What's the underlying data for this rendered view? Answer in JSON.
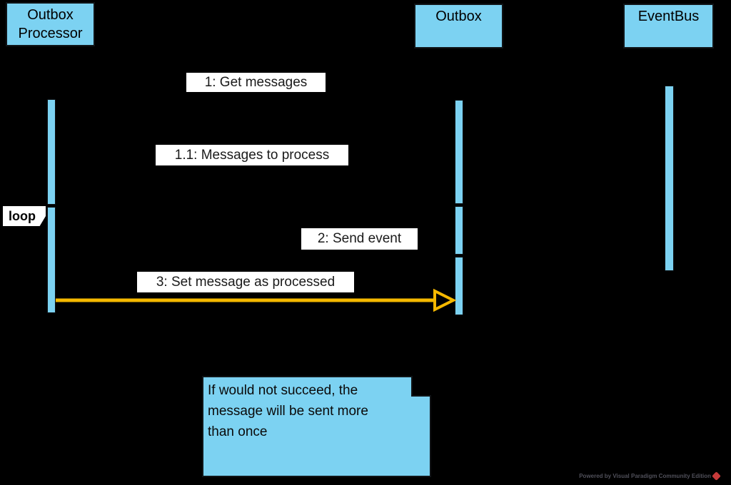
{
  "diagram_type": "uml-sequence-diagram",
  "colors": {
    "background": "#000000",
    "shape_fill": "#7cd2f2",
    "shape_border": "#101417",
    "message_arrow": "#f5b800",
    "label_bg": "#ffffff",
    "logo_red": "#c63a3a"
  },
  "actors": [
    {
      "name": "outbox-processor",
      "line1": "Outbox",
      "line2": "Processor"
    },
    {
      "name": "outbox",
      "line1": "Outbox"
    },
    {
      "name": "eventbus",
      "line1": "EventBus"
    }
  ],
  "messages": [
    {
      "label": "1: Get messages"
    },
    {
      "label": "1.1: Messages to process"
    },
    {
      "label": "2: Send event"
    },
    {
      "label": "3: Set message as processed"
    }
  ],
  "fragment": {
    "operator": "loop"
  },
  "note": {
    "text": "If would not succeed, the message will be sent more than once",
    "lines": [
      "If would not succeed, the",
      "message will be sent more",
      "than once"
    ]
  },
  "footer": {
    "credit": "Powered by Visual Paradigm Community Edition"
  }
}
